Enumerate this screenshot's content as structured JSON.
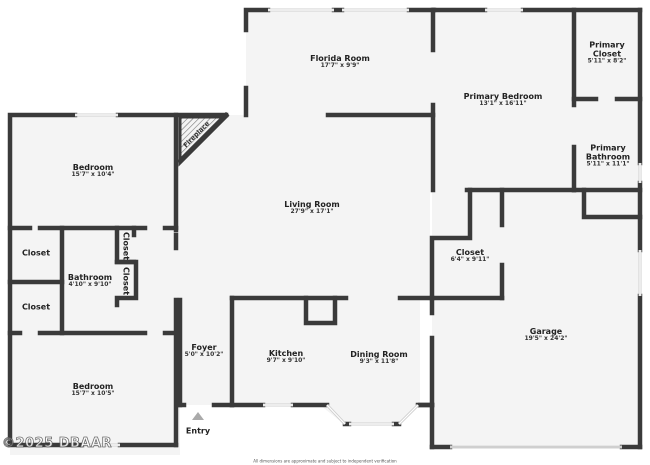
{
  "floorplan": {
    "rooms": [
      {
        "id": "florida-room",
        "name": "Florida Room",
        "dims": "17'7\" x 9'9\""
      },
      {
        "id": "primary-bedroom",
        "name": "Primary Bedroom",
        "dims": "13'1\" x 16'11\""
      },
      {
        "id": "primary-closet",
        "name": "Primary Closet",
        "name_line1": "Primary",
        "name_line2": "Closet",
        "dims": "5'11\" x 8'2\""
      },
      {
        "id": "primary-bathroom",
        "name": "Primary Bathroom",
        "name_line1": "Primary",
        "name_line2": "Bathroom",
        "dims": "5'11\" x 11'1\""
      },
      {
        "id": "bedroom-1",
        "name": "Bedroom",
        "dims": "15'7\" x 10'4\""
      },
      {
        "id": "living-room",
        "name": "Living Room",
        "dims": "27'9\" x 17'1\""
      },
      {
        "id": "closet-left-top",
        "name": "Closet",
        "dims": ""
      },
      {
        "id": "closet-left-bottom",
        "name": "Closet",
        "dims": ""
      },
      {
        "id": "bathroom",
        "name": "Bathroom",
        "dims": "4'10\" x 9'10\""
      },
      {
        "id": "closet-small-1",
        "name": "Closet",
        "dims": ""
      },
      {
        "id": "closet-small-2",
        "name": "Closet",
        "dims": ""
      },
      {
        "id": "closet-garage",
        "name": "Closet",
        "dims": "6'4\" x 9'11\""
      },
      {
        "id": "garage",
        "name": "Garage",
        "dims": "19'5\" x 24'2\""
      },
      {
        "id": "foyer",
        "name": "Foyer",
        "dims": "5'0\" x 10'2\""
      },
      {
        "id": "kitchen",
        "name": "Kitchen",
        "dims": "9'7\" x 9'10\""
      },
      {
        "id": "dining-room",
        "name": "Dining Room",
        "dims": "9'3\" x 11'8\""
      },
      {
        "id": "bedroom-2",
        "name": "Bedroom",
        "dims": "15'7\" x 10'5\""
      }
    ],
    "fireplace_label": "Fireplace",
    "entry_label": "Entry",
    "copyright": "©2025 DBAAR",
    "disclaimer": "All dimensions are approximate and subject to independent verification",
    "colors": {
      "wall": "#3a3a3a",
      "floor": "#f4f4f4",
      "window": "#cfcfcf",
      "background": "#ffffff"
    }
  }
}
